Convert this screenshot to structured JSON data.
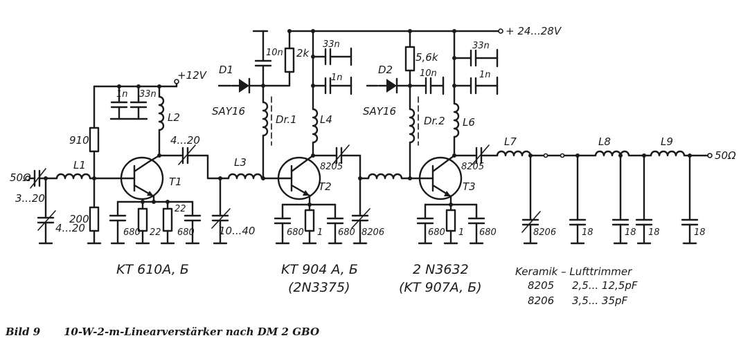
{
  "supply": {
    "v12": "+12V",
    "v24": "+ 24...28V"
  },
  "ports": {
    "input": "50Ω",
    "output": "50Ω"
  },
  "transistors": {
    "t1": "T1",
    "t2": "T2",
    "t3": "T3"
  },
  "inductors": {
    "l1": "L1",
    "l2": "L2",
    "l3": "L3",
    "l4": "L4",
    "l6": "L6",
    "l7": "L7",
    "l8": "L8",
    "l9": "L9",
    "dr1": "Dr.1",
    "dr2": "Dr.2"
  },
  "diodes": {
    "d1": "D1",
    "d1_type": "SAY16",
    "d2": "D2",
    "d2_type": "SAY16"
  },
  "components": {
    "c_in_trim": "3...20",
    "c_in_shunt": "4...20",
    "r_910": "910",
    "r_200": "200",
    "c_1n_a": "1n",
    "c_33n_a": "33n",
    "c_4_20": "4...20",
    "c_680_a": "680",
    "r_22_a": "22",
    "r_22_b": "22",
    "c_680_b": "680",
    "c_10_40": "10...40",
    "c_10n_a": "10n",
    "r_2k": "2k",
    "c_33n_b": "33n",
    "c_1n_b": "1n",
    "c_8205_a": "8205",
    "c_680_c": "680",
    "r_1_a": "1",
    "c_680_d": "680",
    "c_8206_a": "8206",
    "r_5_6k": "5,6k",
    "c_10n_b": "10n",
    "c_33n_c": "33n",
    "c_1n_c": "1n",
    "c_8205_b": "8205",
    "c_680_e": "680",
    "r_1_b": "1",
    "c_680_f": "680",
    "c_8206_b": "8206",
    "c_18_a": "18",
    "c_18_b": "18",
    "c_18_c": "18",
    "c_18_d": "18"
  },
  "stage_types": {
    "stage1": "KT 610A, Б",
    "stage2_a": "KT 904 A, Б",
    "stage2_b": "(2N3375)",
    "stage3_a": "2 N3632",
    "stage3_b": "(KT 907A, Б)"
  },
  "legend": {
    "title": "Keramik – Lufttrimmer",
    "row1_code": "8205",
    "row1_range": "2,5... 12,5pF",
    "row2_code": "8206",
    "row2_range": "3,5... 35pF"
  },
  "caption": {
    "number": "Bild 9",
    "text": "10-W-2-m-Linearverstärker nach DM 2 GBO"
  }
}
